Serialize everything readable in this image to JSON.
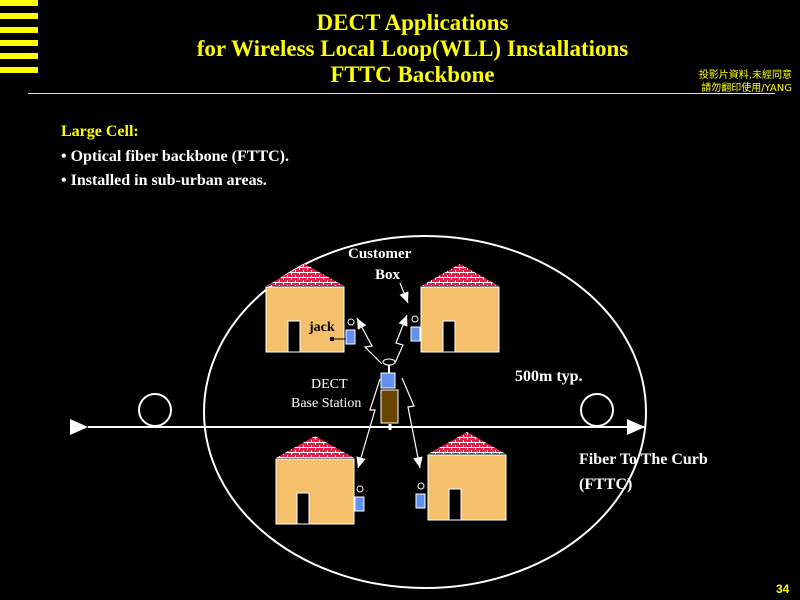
{
  "title": {
    "line1": "DECT Applications",
    "line2": "for Wireless Local Loop(WLL) Installations",
    "line3": "FTTC Backbone"
  },
  "copyright": {
    "line1": "投影片資料,未經同意",
    "line2": "請勿翻印使用/YANG"
  },
  "content": {
    "heading": "Large Cell:",
    "bullets": [
      "• Optical fiber backbone (FTTC).",
      "• Installed in sub-urban areas."
    ]
  },
  "diagram": {
    "customer_box": "Customer",
    "customer_box2": "Box",
    "jack": "jack",
    "base1": "DECT",
    "base2": "Base Station",
    "range": "500m typ.",
    "fiber1": "Fiber To The Curb",
    "fiber2": "(FTTC)"
  },
  "page_number": "34",
  "colors": {
    "accent": "#ffff00",
    "house": "#f4c06c",
    "roof": "#e0204a",
    "unit": "#6090f0",
    "base": "#6b4400"
  }
}
